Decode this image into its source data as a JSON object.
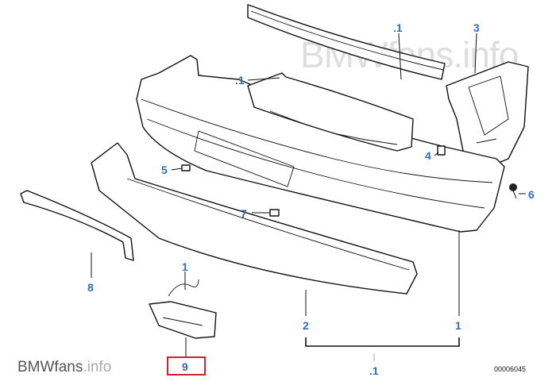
{
  "diagram_code": "00006045",
  "watermark": "BMWfans.info",
  "logo": {
    "main": "BMWfans",
    "suffix": ".info"
  },
  "labels": [
    {
      "id": "top-strip",
      "text": ".1"
    },
    {
      "id": "bracket-right",
      "text": "3"
    },
    {
      "id": "center-panel",
      "text": ".1"
    },
    {
      "id": "clip-4",
      "text": "4"
    },
    {
      "id": "clip-5",
      "text": "5"
    },
    {
      "id": "screw-6",
      "text": "6"
    },
    {
      "id": "clip-7",
      "text": "7"
    },
    {
      "id": "side-strip-8",
      "text": "8"
    },
    {
      "id": "wire-1",
      "text": "1"
    },
    {
      "id": "spoiler-2",
      "text": "2"
    },
    {
      "id": "bumper-1",
      "text": "1"
    },
    {
      "id": "fog-cover-9",
      "text": "9"
    },
    {
      "id": "assembly-1",
      "text": ".1"
    }
  ],
  "highlight_color": "#d0202a",
  "label_color": "#2f6fb0"
}
